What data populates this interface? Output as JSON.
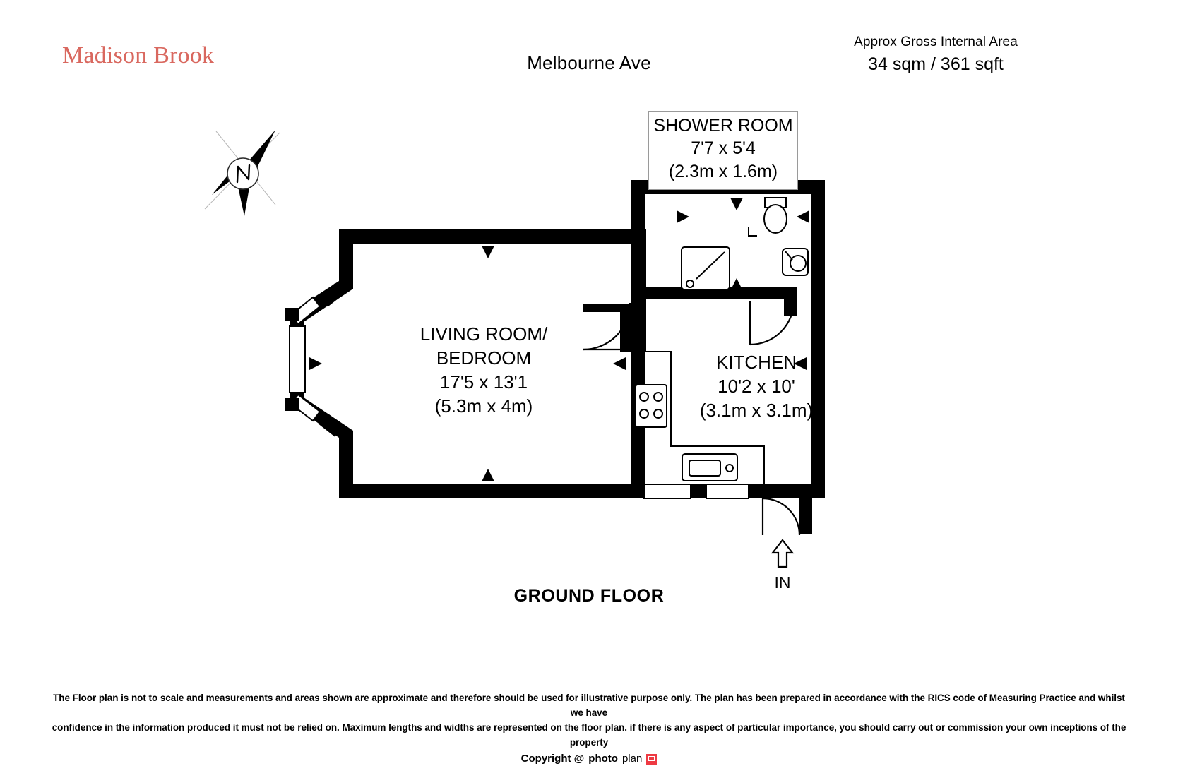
{
  "header": {
    "brand": "Madison Brook",
    "property_title": "Melbourne Ave",
    "area_caption": "Approx Gross Internal Area",
    "area_value": "34 sqm / 361 sqft"
  },
  "compass": {
    "icon": "compass-north-icon",
    "label": "N"
  },
  "rooms": [
    {
      "id": "shower-room",
      "name": "SHOWER ROOM",
      "dim_imperial": "7'7 x 5'4",
      "dim_metric": "(2.3m x 1.6m)"
    },
    {
      "id": "living-room-bedroom",
      "name_line1": "LIVING ROOM/",
      "name_line2": "BEDROOM",
      "dim_imperial": "17'5 x 13'1",
      "dim_metric": "(5.3m x 4m)"
    },
    {
      "id": "kitchen",
      "name": "KITCHEN",
      "dim_imperial": "10'2 x 10'",
      "dim_metric": "(3.1m x 3.1m)"
    }
  ],
  "entrance": {
    "label": "IN",
    "icon": "entrance-arrow-icon"
  },
  "floor_title": "GROUND FLOOR",
  "footer": {
    "disclaimer_line1": "The Floor plan is not to scale and measurements and areas shown are approximate and therefore should be used for illustrative purpose only. The plan has been prepared in accordance with the RICS code of Measuring Practice and whilst we have",
    "disclaimer_line2": "confidence in the information produced it must not be relied on. Maximum  lengths and widths are represented on the floor plan. if there is any aspect of particular importance, you should carry out or commission your own inceptions of the property",
    "copyright_prefix": "Copyright @",
    "photoplan_bold": "photo",
    "photoplan_light": "plan"
  },
  "colors": {
    "brand": "#d9685f",
    "wall": "#000000",
    "photoplan_mark": "#ee3a43",
    "background": "#ffffff"
  },
  "fixtures": [
    {
      "name": "wc-toilet",
      "room": "shower-room"
    },
    {
      "name": "wash-basin",
      "room": "shower-room"
    },
    {
      "name": "shower-tray",
      "room": "shower-room"
    },
    {
      "name": "hob-cooker",
      "room": "kitchen"
    },
    {
      "name": "sink",
      "room": "kitchen"
    },
    {
      "name": "worktop-counter",
      "room": "kitchen"
    }
  ]
}
